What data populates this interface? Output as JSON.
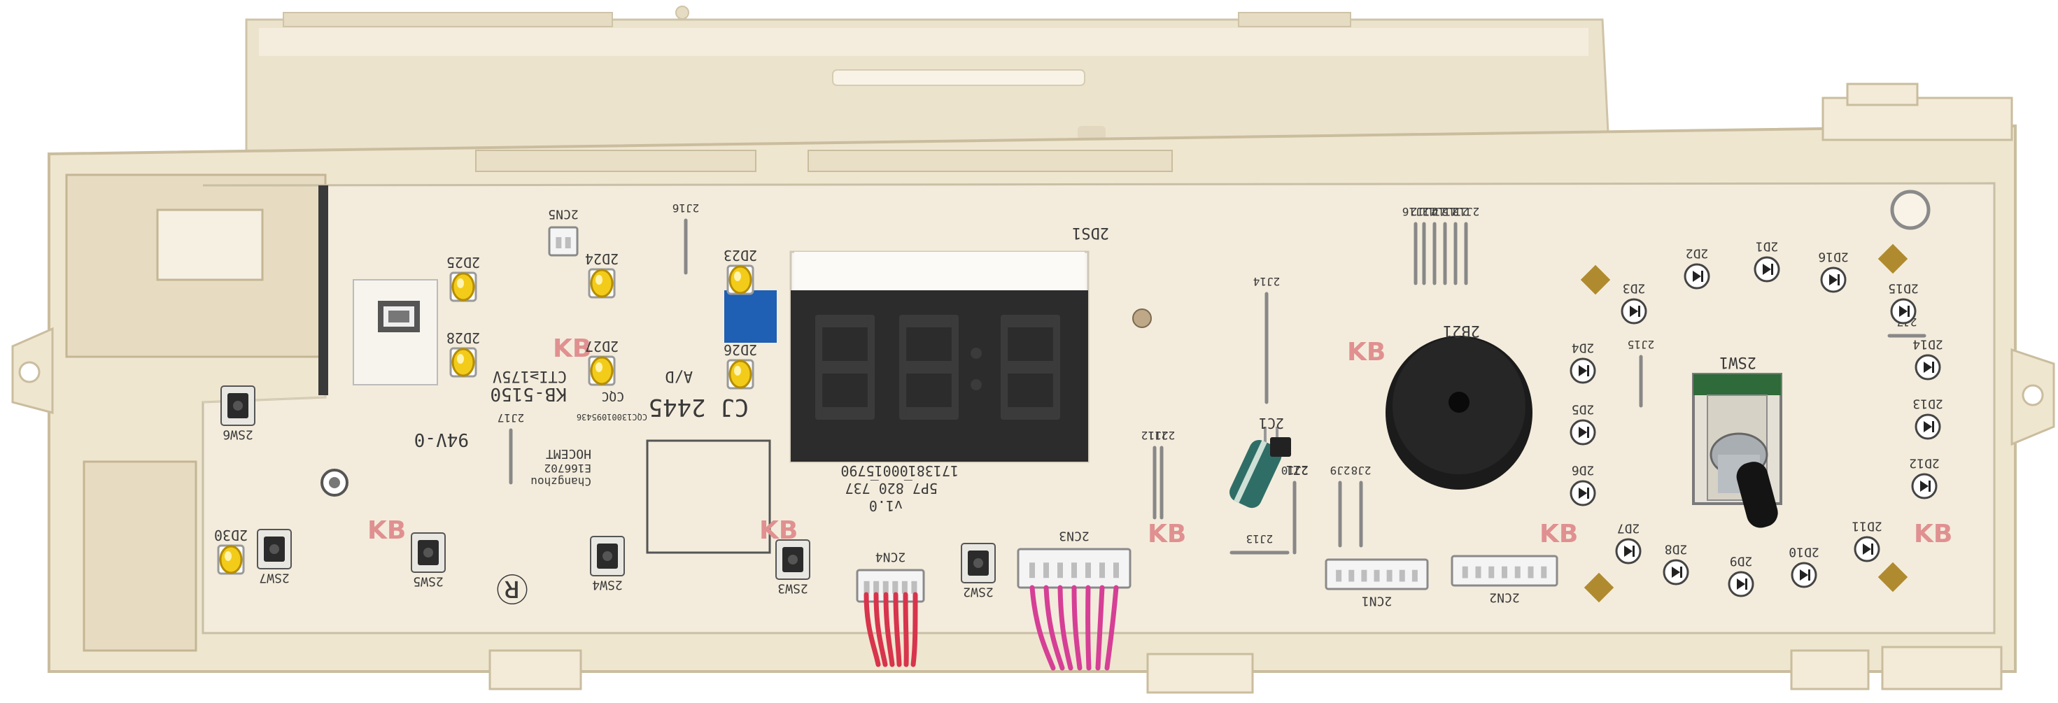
{
  "board": {
    "model": "KB-5150",
    "rating": "CTI≥175V",
    "flame": "94V-0",
    "cqc": "CQC",
    "cqc_code": "CQC13001095436",
    "version": "v1.0",
    "part_no": "5P7_820_737",
    "serial": "17138100015790",
    "datecode": "CJ 2445",
    "ad": "A/D",
    "maker_line1": "HOCEMT",
    "maker_line2": "E166702",
    "maker_line3": "Changzhou",
    "logo": "Ⓡ"
  },
  "display": {
    "label": "2DS1",
    "digits": "88:8"
  },
  "leds": [
    "2D25",
    "2D24",
    "2D23",
    "2D28",
    "2D27",
    "2D26",
    "2D30"
  ],
  "buttons": [
    "2SW6",
    "2SW7",
    "2SW5",
    "2SW4",
    "2SW3",
    "2SW2",
    "2SW1"
  ],
  "connectors": [
    "2CN5",
    "2CN4",
    "2CN3",
    "2CN1",
    "2CN2"
  ],
  "jumpers": [
    "2J16",
    "2J12",
    "2J14",
    "2J13",
    "2J11",
    "2J15",
    "2J16",
    "2J17",
    "2J12",
    "2J11",
    "2J14",
    "2J15",
    "2J13",
    "2J9",
    "2J8",
    "2J10",
    "2J7"
  ],
  "diodes": [
    "2D1",
    "2D2",
    "2D3",
    "2D4",
    "2D5",
    "2D6",
    "2D7",
    "2D8",
    "2D9",
    "2D10",
    "2D11",
    "2D12",
    "2D13",
    "2D14",
    "2D15",
    "2D16"
  ],
  "components": {
    "buzzer": "2B21",
    "capacitor": "2C1",
    "transistor": "2Z1"
  },
  "colors": {
    "housing": "#efe6d0",
    "pcb": "#f3ecdc",
    "led": "#f3cc1a",
    "display": "#2c2c2c",
    "wire_red": "#d8344c",
    "wire_pink": "#d63f95"
  }
}
